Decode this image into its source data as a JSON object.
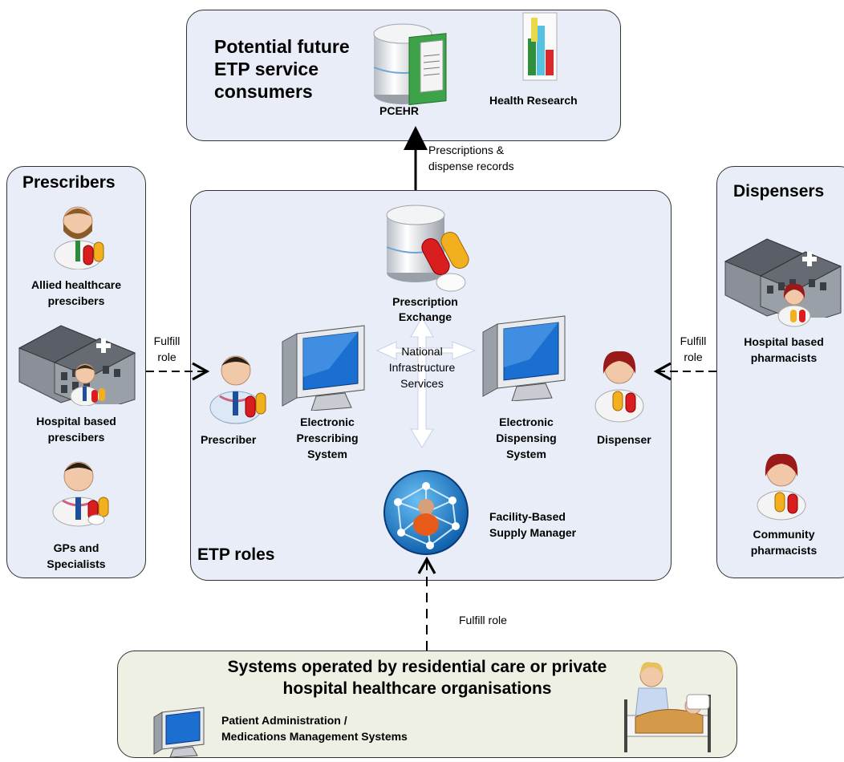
{
  "future": {
    "title_line1": "Potential future",
    "title_line2": "ETP service",
    "title_line3": "consumers",
    "pcehr": "PCEHR",
    "health_research": "Health Research"
  },
  "arrow_up_label_line1": "Prescriptions &",
  "arrow_up_label_line2": "dispense records",
  "prescribers": {
    "title": "Prescribers",
    "allied_line1": "Allied healthcare",
    "allied_line2": "prescibers",
    "hospital_line1": "Hospital based",
    "hospital_line2": "prescibers",
    "gps_line1": "GPs and",
    "gps_line2": "Specialists"
  },
  "left_arrow_label_line1": "Fulfill",
  "left_arrow_label_line2": "role",
  "etp": {
    "title": "ETP roles",
    "exchange_line1": "Prescription",
    "exchange_line2": "Exchange",
    "nis_line1": "National",
    "nis_line2": "Infrastructure",
    "nis_line3": "Services",
    "prescriber": "Prescriber",
    "eps_line1": "Electronic",
    "eps_line2": "Prescribing",
    "eps_line3": "System",
    "eds_line1": "Electronic",
    "eds_line2": "Dispensing",
    "eds_line3": "System",
    "dispenser": "Dispenser",
    "fbsm_line1": "Facility-Based",
    "fbsm_line2": "Supply Manager"
  },
  "right_arrow_label_line1": "Fulfill",
  "right_arrow_label_line2": "role",
  "dispensers": {
    "title": "Dispensers",
    "hospital_line1": "Hospital based",
    "hospital_line2": "pharmacists",
    "community_line1": "Community",
    "community_line2": "pharmacists"
  },
  "bottom_arrow_label": "Fulfill role",
  "systems": {
    "title_line1": "Systems operated by  residential care or private",
    "title_line2": "hospital healthcare organisations",
    "pams_line1": "Patient Administration /",
    "pams_line2": "Medications Management Systems"
  },
  "colors": {
    "panel_blue": "#e9edf8",
    "panel_green": "#eef0e4",
    "monitor_blue": "#1a6fd0",
    "pill_red": "#d81e1e",
    "pill_yellow": "#f2b01e"
  }
}
